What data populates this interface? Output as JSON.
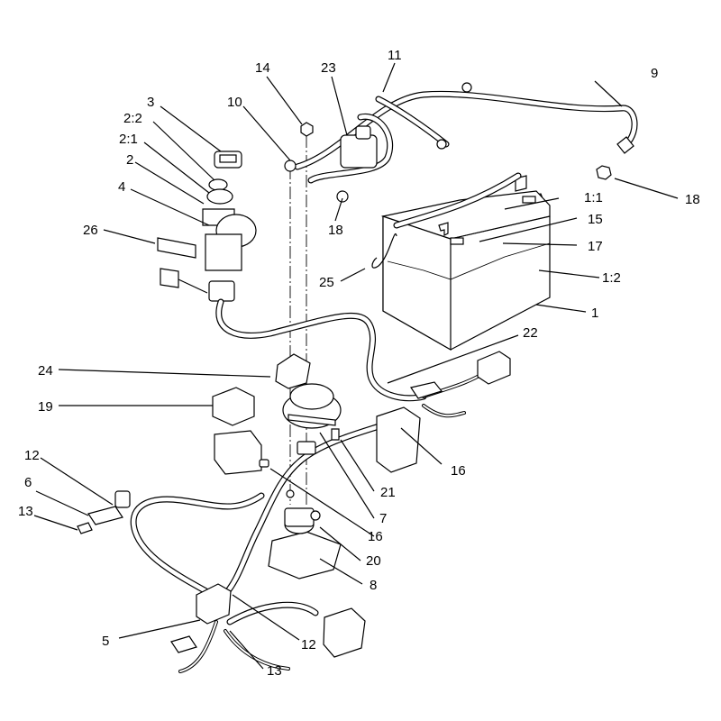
{
  "diagram": {
    "callouts": {
      "c1": "1",
      "c1_1": "1:1",
      "c1_2": "1:2",
      "c2": "2",
      "c2_1": "2:1",
      "c2_2": "2:2",
      "c3": "3",
      "c4": "4",
      "c5": "5",
      "c6": "6",
      "c7": "7",
      "c8": "8",
      "c9": "9",
      "c10": "10",
      "c11": "11",
      "c12a": "12",
      "c12b": "12",
      "c13a": "13",
      "c13b": "13",
      "c14": "14",
      "c15": "15",
      "c16a": "16",
      "c16b": "16",
      "c17": "17",
      "c18a": "18",
      "c18b": "18",
      "c19": "19",
      "c20": "20",
      "c21": "21",
      "c22": "22",
      "c23": "23",
      "c24": "24",
      "c25": "25",
      "c26": "26"
    }
  }
}
